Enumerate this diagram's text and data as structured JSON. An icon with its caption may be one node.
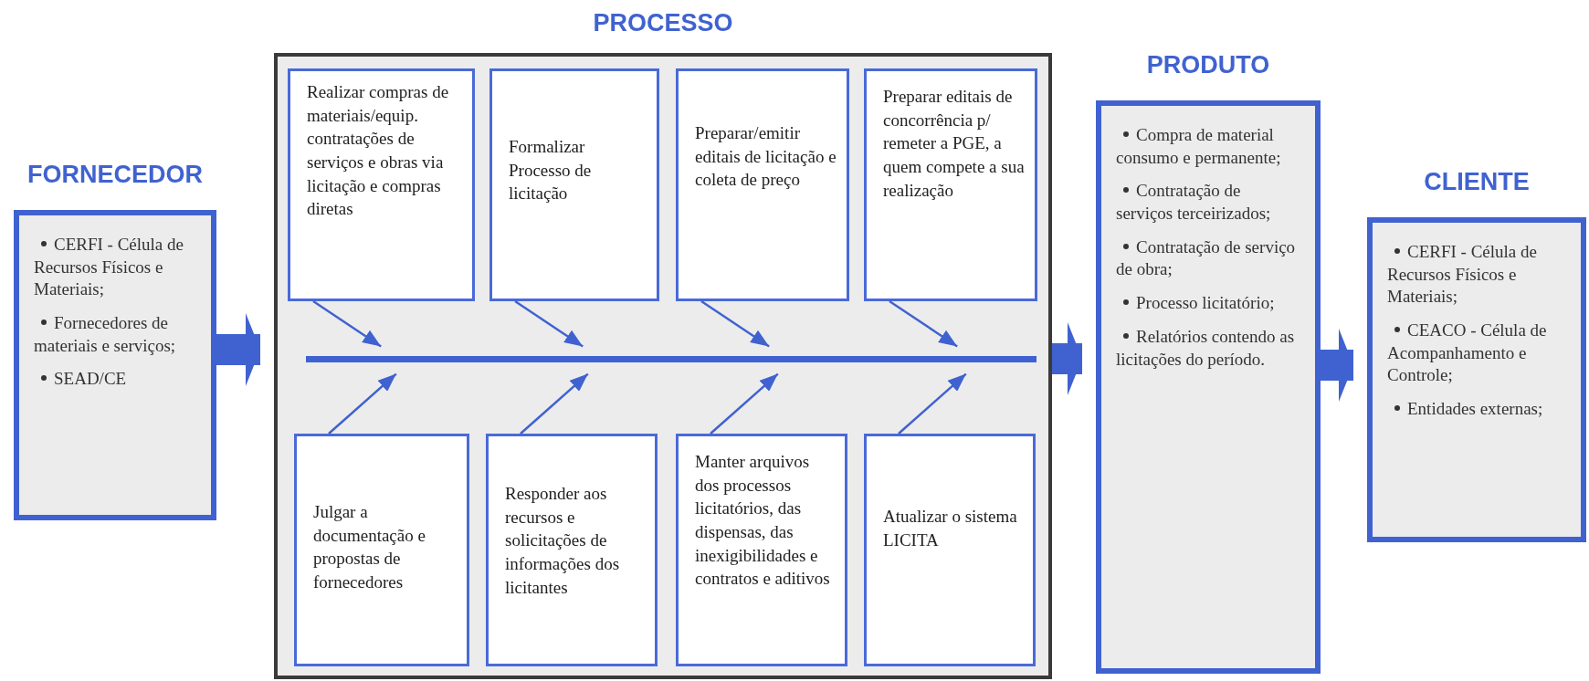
{
  "diagram": {
    "nodes": [
      {
        "text": [
          "FORNECEDOR",
          "CERFI - Célula de Recursos Físicos e Materiais;",
          "Fornecedores de materiais e serviços;",
          "SEAD/CE"
        ]
      },
      {
        "text": [
          "PROCESSO"
        ]
      },
      {
        "text": [
          "Realizar compras de materiais/equip. contratações de serviços e obras via licitação e compras diretas"
        ],
        "in": 1
      },
      {
        "text": [
          "Formalizar Processo de licitação"
        ],
        "in": 1
      },
      {
        "text": [
          "Preparar/emitir editais de licitação e coleta de preço"
        ],
        "in": 1
      },
      {
        "text": [
          "Preparar editais de concorrência p/ remeter a PGE, a quem compete a sua realização"
        ],
        "in": 1
      },
      {
        "text": [],
        "shape": "bar",
        "in": 1
      },
      {
        "text": [
          "Julgar a documentação e propostas de fornecedores"
        ],
        "in": 1
      },
      {
        "text": [
          "Responder aos recursos e solicitações de informações dos licitantes"
        ],
        "in": 1
      },
      {
        "text": [
          "Manter arquivos dos processos licitatórios, das dispensas, das inexigibilidades e contratos e aditivos"
        ],
        "in": 1
      },
      {
        "text": [
          "Atualizar o sistema LICITA"
        ],
        "in": 1
      },
      {
        "text": [
          "PRODUTO",
          "Compra de material  consumo e permanente;",
          "Contratação de serviços terceirizados;",
          "Contratação de serviço de obra;",
          "Processo licitatório;",
          "Relatórios contendo as licitações do período."
        ]
      },
      {
        "text": [
          "CLIENTE",
          "CERFI - Célula de Recursos Físicos e Materiais;",
          "CEACO -  Célula de Acompanhamento e Controle;",
          "Entidades externas;"
        ]
      }
    ],
    "edges": [
      {
        "from": 0,
        "to": 1,
        "arrow": "to",
        "style": "thick"
      },
      {
        "from": 2,
        "to": 6,
        "arrow": "to"
      },
      {
        "from": 3,
        "to": 6,
        "arrow": "to"
      },
      {
        "from": 4,
        "to": 6,
        "arrow": "to"
      },
      {
        "from": 5,
        "to": 6,
        "arrow": "to"
      },
      {
        "from": 7,
        "to": 6,
        "arrow": "to"
      },
      {
        "from": 8,
        "to": 6,
        "arrow": "to"
      },
      {
        "from": 9,
        "to": 6,
        "arrow": "to"
      },
      {
        "from": 10,
        "to": 6,
        "arrow": "to"
      },
      {
        "from": 1,
        "to": 11,
        "arrow": "to",
        "style": "thick"
      },
      {
        "from": 11,
        "to": 12,
        "arrow": "to",
        "style": "thick"
      }
    ]
  }
}
